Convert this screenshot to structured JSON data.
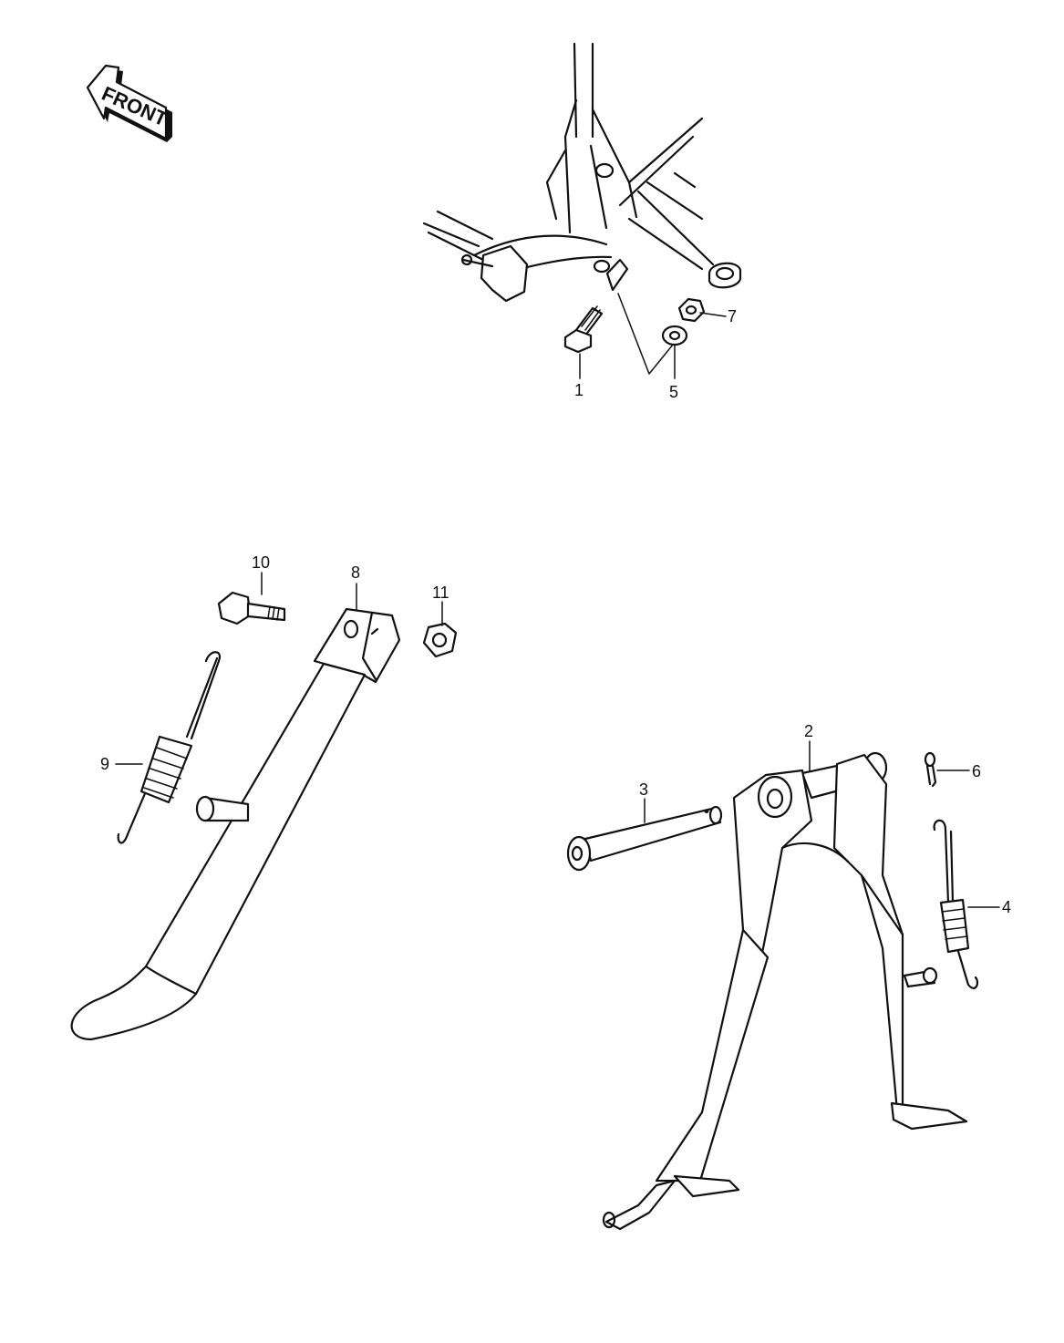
{
  "front_arrow": {
    "label": "FRONT"
  },
  "callouts": {
    "c1": "1",
    "c2": "2",
    "c3": "3",
    "c4": "4",
    "c5": "5",
    "c6": "6",
    "c7": "7",
    "c8": "8",
    "c9": "9",
    "c10": "10",
    "c11": "11"
  }
}
